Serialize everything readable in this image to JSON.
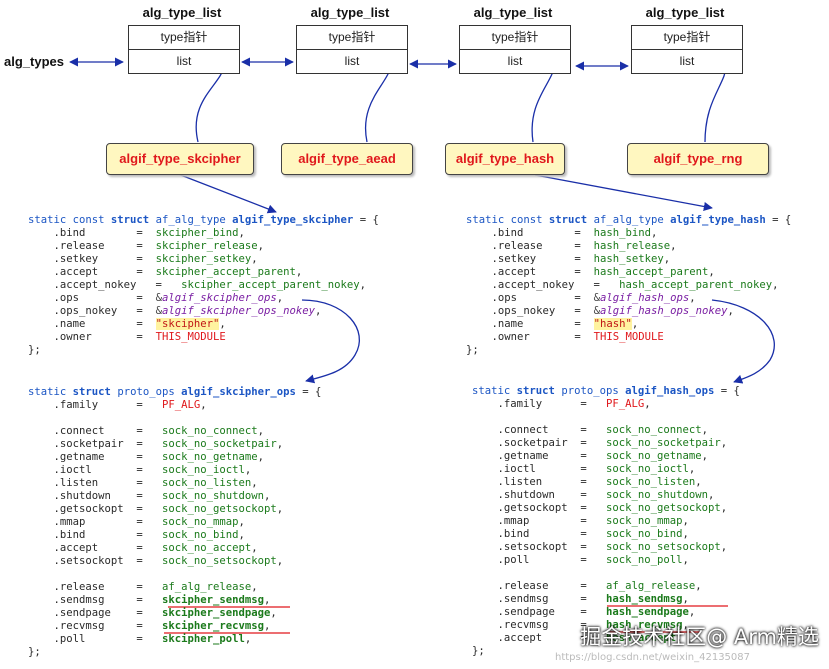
{
  "alg_types_label": "alg_types",
  "lists": [
    {
      "title": "alg_type_list",
      "type_cell": "type指针",
      "list_cell": "list"
    },
    {
      "title": "alg_type_list",
      "type_cell": "type指针",
      "list_cell": "list"
    },
    {
      "title": "alg_type_list",
      "type_cell": "type指针",
      "list_cell": "list"
    },
    {
      "title": "alg_type_list",
      "type_cell": "type指针",
      "list_cell": "list"
    }
  ],
  "notes": [
    "algif_type_skcipher",
    "algif_type_aead",
    "algif_type_hash",
    "algif_type_rng"
  ],
  "skcipher": {
    "struct_decl": {
      "prefix": "static const ",
      "kw": "struct",
      "type": " af_alg_type ",
      "name": "algif_type_skcipher",
      "suffix": " = {"
    },
    "fields": [
      {
        "name": "    .bind        =  ",
        "value": "skcipher_bind",
        "tail": ","
      },
      {
        "name": "    .release     =  ",
        "value": "skcipher_release",
        "tail": ","
      },
      {
        "name": "    .setkey      =  ",
        "value": "skcipher_setkey",
        "tail": ","
      },
      {
        "name": "    .accept      =  ",
        "value": "skcipher_accept_parent",
        "tail": ","
      },
      {
        "name": "    .accept_nokey   =   ",
        "value": "skcipher_accept_parent_nokey",
        "tail": ","
      }
    ],
    "ops": {
      "name": "    .ops         =  ",
      "amp": "&",
      "value": "algif_skcipher_ops",
      "tail": ","
    },
    "ops_nokey": {
      "name": "    .ops_nokey   =  ",
      "amp": "&",
      "value": "algif_skcipher_ops_nokey",
      "tail": ","
    },
    "name_field": {
      "name": "    .name        =  ",
      "value": "\"skcipher\"",
      "tail": ","
    },
    "owner": {
      "name": "    .owner       =  ",
      "value": "THIS_MODULE"
    },
    "close": "};",
    "ops_decl": {
      "prefix": "static ",
      "kw": "struct",
      "type": " proto_ops ",
      "name": "algif_skcipher_ops",
      "suffix": " = {"
    },
    "family": {
      "name": "    .family      =   ",
      "value": "PF_ALG",
      "tail": ","
    },
    "ops_fields": [
      {
        "name": "    .connect     =   ",
        "value": "sock_no_connect",
        "tail": ","
      },
      {
        "name": "    .socketpair  =   ",
        "value": "sock_no_socketpair",
        "tail": ","
      },
      {
        "name": "    .getname     =   ",
        "value": "sock_no_getname",
        "tail": ","
      },
      {
        "name": "    .ioctl       =   ",
        "value": "sock_no_ioctl",
        "tail": ","
      },
      {
        "name": "    .listen      =   ",
        "value": "sock_no_listen",
        "tail": ","
      },
      {
        "name": "    .shutdown    =   ",
        "value": "sock_no_shutdown",
        "tail": ","
      },
      {
        "name": "    .getsockopt  =   ",
        "value": "sock_no_getsockopt",
        "tail": ","
      },
      {
        "name": "    .mmap        =   ",
        "value": "sock_no_mmap",
        "tail": ","
      },
      {
        "name": "    .bind        =   ",
        "value": "sock_no_bind",
        "tail": ","
      },
      {
        "name": "    .accept      =   ",
        "value": "sock_no_accept",
        "tail": ","
      },
      {
        "name": "    .setsockopt  =   ",
        "value": "sock_no_setsockopt",
        "tail": ","
      }
    ],
    "ops_fields2": [
      {
        "name": "    .release     =   ",
        "value": "af_alg_release",
        "tail": ","
      },
      {
        "name": "    .sendmsg     =   ",
        "value": "skcipher_sendmsg",
        "tail": ","
      },
      {
        "name": "    .sendpage    =   ",
        "value": "skcipher_sendpage",
        "tail": ","
      },
      {
        "name": "    .recvmsg     =   ",
        "value": "skcipher_recvmsg",
        "tail": ","
      },
      {
        "name": "    .poll        =   ",
        "value": "skcipher_poll",
        "tail": ","
      }
    ]
  },
  "hash": {
    "struct_decl": {
      "prefix": "static const ",
      "kw": "struct",
      "type": " af_alg_type ",
      "name": "algif_type_hash",
      "suffix": " = {"
    },
    "fields": [
      {
        "name": "    .bind        =  ",
        "value": "hash_bind",
        "tail": ","
      },
      {
        "name": "    .release     =  ",
        "value": "hash_release",
        "tail": ","
      },
      {
        "name": "    .setkey      =  ",
        "value": "hash_setkey",
        "tail": ","
      },
      {
        "name": "    .accept      =  ",
        "value": "hash_accept_parent",
        "tail": ","
      },
      {
        "name": "    .accept_nokey   =   ",
        "value": "hash_accept_parent_nokey",
        "tail": ","
      }
    ],
    "ops": {
      "name": "    .ops         =  ",
      "amp": "&",
      "value": "algif_hash_ops",
      "tail": ","
    },
    "ops_nokey": {
      "name": "    .ops_nokey   =  ",
      "amp": "&",
      "value": "algif_hash_ops_nokey",
      "tail": ","
    },
    "name_field": {
      "name": "    .name        =  ",
      "value": "\"hash\"",
      "tail": ","
    },
    "owner": {
      "name": "    .owner       =  ",
      "value": "THIS_MODULE"
    },
    "close": "};",
    "ops_decl": {
      "prefix": "static ",
      "kw": "struct",
      "type": " proto_ops ",
      "name": "algif_hash_ops",
      "suffix": " = {"
    },
    "family": {
      "name": "    .family      =   ",
      "value": "PF_ALG",
      "tail": ","
    },
    "ops_fields": [
      {
        "name": "    .connect     =   ",
        "value": "sock_no_connect",
        "tail": ","
      },
      {
        "name": "    .socketpair  =   ",
        "value": "sock_no_socketpair",
        "tail": ","
      },
      {
        "name": "    .getname     =   ",
        "value": "sock_no_getname",
        "tail": ","
      },
      {
        "name": "    .ioctl       =   ",
        "value": "sock_no_ioctl",
        "tail": ","
      },
      {
        "name": "    .listen      =   ",
        "value": "sock_no_listen",
        "tail": ","
      },
      {
        "name": "    .shutdown    =   ",
        "value": "sock_no_shutdown",
        "tail": ","
      },
      {
        "name": "    .getsockopt  =   ",
        "value": "sock_no_getsockopt",
        "tail": ","
      },
      {
        "name": "    .mmap        =   ",
        "value": "sock_no_mmap",
        "tail": ","
      },
      {
        "name": "    .bind        =   ",
        "value": "sock_no_bind",
        "tail": ","
      },
      {
        "name": "    .setsockopt  =   ",
        "value": "sock_no_setsockopt",
        "tail": ","
      },
      {
        "name": "    .poll        =   ",
        "value": "sock_no_poll",
        "tail": ","
      }
    ],
    "ops_fields2": [
      {
        "name": "    .release     =   ",
        "value": "af_alg_release",
        "tail": ","
      },
      {
        "name": "    .sendmsg     =   ",
        "value": "hash_sendmsg",
        "tail": ","
      },
      {
        "name": "    .sendpage    =   ",
        "value": "hash_sendpage",
        "tail": ","
      },
      {
        "name": "    .recvmsg     =   ",
        "value": "hash_recvmsg",
        "tail": ","
      },
      {
        "name": "    .accept      =   ",
        "value": "hash_accept",
        "tail": ","
      }
    ]
  },
  "watermark": "掘金技术社区@ Arm精选",
  "watermark_url": "https://blog.csdn.net/weixin_42135087"
}
